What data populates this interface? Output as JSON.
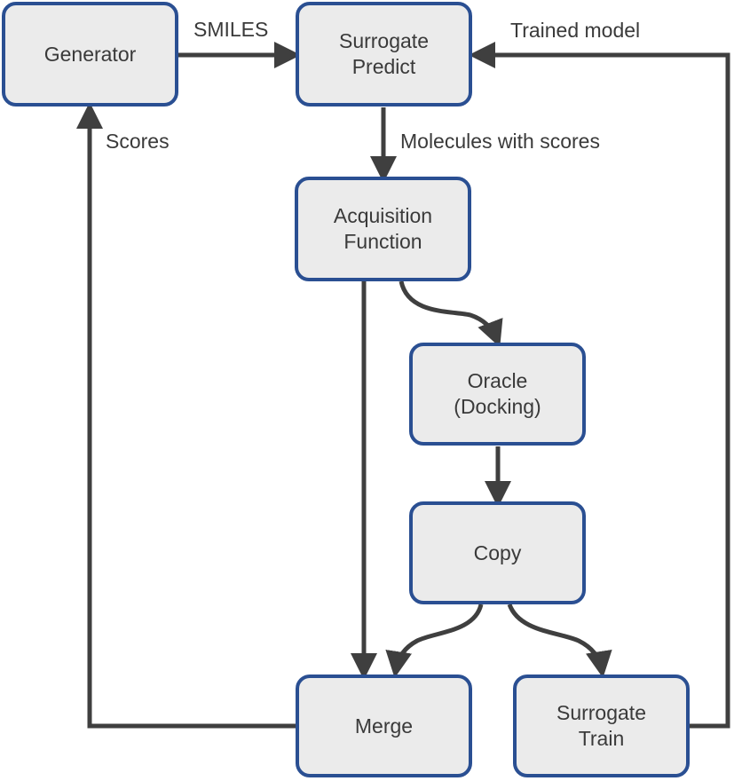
{
  "nodes": {
    "generator": "Generator",
    "surrogate_predict": "Surrogate\nPredict",
    "acquisition_function": "Acquisition\nFunction",
    "oracle": "Oracle\n(Docking)",
    "copy": "Copy",
    "merge": "Merge",
    "surrogate_train": "Surrogate\nTrain"
  },
  "edge_labels": {
    "smiles": "SMILES",
    "trained_model": "Trained model",
    "scores": "Scores",
    "molecules_with_scores": "Molecules with scores"
  },
  "colors": {
    "node_fill": "#ebebeb",
    "node_border": "#2a4f92",
    "edge": "#3f3f3f",
    "text": "#3a3a3a"
  }
}
